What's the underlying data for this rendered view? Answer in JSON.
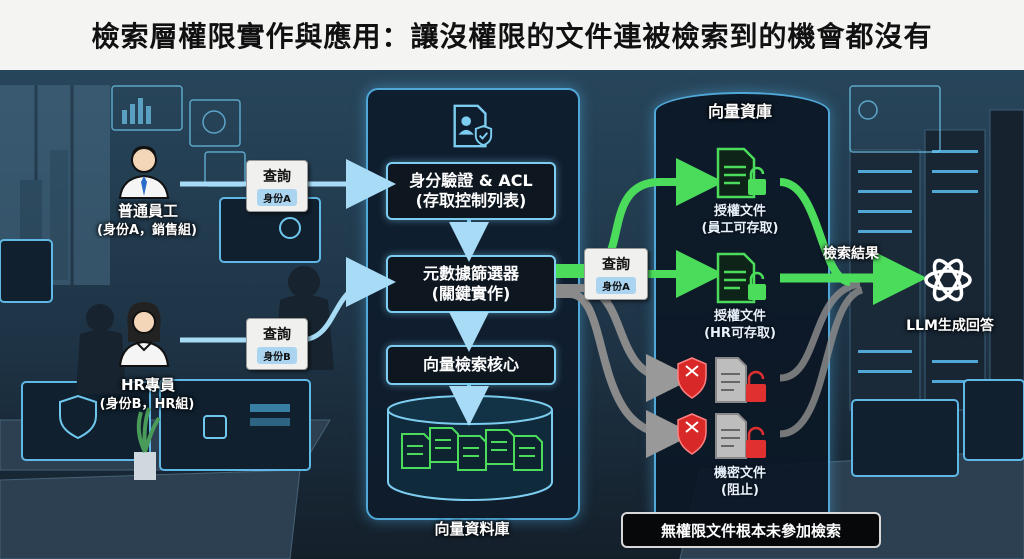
{
  "title": "檢索層權限實作與應用：讓沒權限的文件連被檢索到的機會都沒有",
  "users": {
    "a": {
      "name": "普通員工",
      "detail": "(身份A，銷售組)"
    },
    "b": {
      "name": "HR專員",
      "detail": "(身份B，HR組)"
    }
  },
  "queries": {
    "a": {
      "label": "查詢",
      "tag": "身份A"
    },
    "b": {
      "label": "查詢",
      "tag": "身份B"
    },
    "mid": {
      "label": "查詢",
      "tag": "身份A"
    }
  },
  "pipeline": {
    "acl_line1": "身分驗證 & ACL",
    "acl_line2": "(存取控制列表)",
    "meta_line1": "元數據篩選器",
    "meta_line2": "(關鍵實作)",
    "core": "向量檢索核心",
    "store_label": "向量資料庫"
  },
  "vector_db": {
    "title": "向量資庫",
    "docs": [
      {
        "name": "授權文件",
        "access": "(員工可存取)",
        "status": "allowed"
      },
      {
        "name": "授權文件",
        "access": "(HR可存取)",
        "status": "allowed"
      },
      {
        "name": "",
        "access": "",
        "status": "blocked"
      },
      {
        "name": "機密文件",
        "access": "(阻止)",
        "status": "blocked"
      }
    ]
  },
  "results_label": "檢索結果",
  "llm_label": "LLM生成回答",
  "banner": "無權限文件根本未參加檢索",
  "colors": {
    "accent_blue": "#4fa8d8",
    "allowed_green": "#4cdc5c",
    "blocked_red": "#e03030",
    "flow_gray": "#8a8a8a"
  },
  "icons": [
    "person-icon",
    "id-card-shield-icon",
    "document-icon",
    "lock-icon",
    "shield-icon",
    "openai-logo-icon",
    "monitor-icon",
    "server-rack-icon"
  ]
}
